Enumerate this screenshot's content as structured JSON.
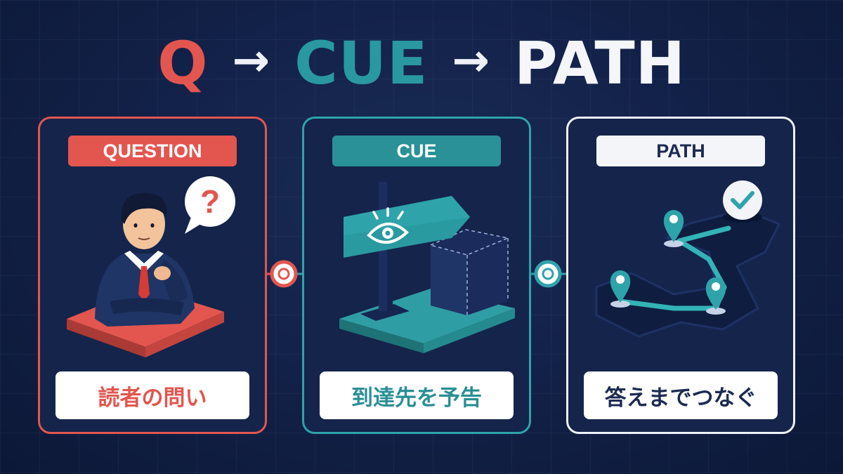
{
  "title": {
    "q": "Q",
    "arrow1": "→",
    "cue": "CUE",
    "arrow2": "→",
    "path": "PATH"
  },
  "panels": [
    {
      "tag": "QUESTION",
      "caption": "読者の問い",
      "icon": "thinking-person-icon",
      "color": "#e2564f"
    },
    {
      "tag": "CUE",
      "caption": "到達先を予告",
      "icon": "signpost-eye-icon",
      "color": "#2a9198"
    },
    {
      "tag": "PATH",
      "caption": "答えまでつなぐ",
      "icon": "route-pins-check-icon",
      "color": "#eef1f6"
    }
  ],
  "colors": {
    "background": "#13224a",
    "question": "#e2564f",
    "cue": "#2a98a0",
    "path": "#f4f6fa"
  }
}
